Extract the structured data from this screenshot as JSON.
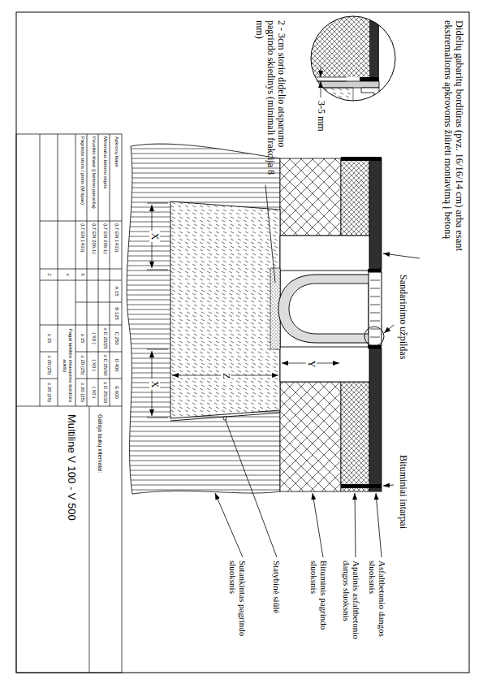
{
  "diagram": {
    "title": "Multiline V 100 - V 500",
    "labels": [
      "Didelių gabaritų bordiūras (pvz. 16/16/14 cm) arba esant ekstremalioms apkrovoms žiūrėti montavimą į betoną",
      "3-5 mm",
      "2 - 3cm storio didelio atsparumo pagrindo skiedinys (minimali frakcija 8 mm)",
      "Sandarinimo užpildas",
      "Bituminiai intarpai",
      "Asfaltbetonio dangos sluoksnis",
      "Apatinis asfaltbetonio dangos sluoksnis",
      "Bituminis pagrindo sluoksnis",
      "Statybinė siūlė",
      "Sutankintas pagrindo sluoksnis",
      "X",
      "X",
      "Y",
      "Z",
      "Apkrovų klasė",
      "(LT EN 1433)",
      "A 15",
      "B 125",
      "C 250",
      "D 400",
      "E 600",
      "Minimalus betono stipris",
      "(LT EN 206-1)",
      "≥ C 20/25",
      "≥ C 25/30",
      "≥ C 25/30",
      "Poveikio klasė (į betono paruošą)",
      "(LT EN 206-1)",
      "( X0 )",
      "( X0 )",
      "( X0 )",
      "Pagrindo storis / plotis (M tipas)",
      "(LT EN 1433)",
      "X",
      "≥ 15",
      "≥ 20 (25)",
      "≥ 20 (25)",
      "Y",
      "Pagal laikiklio inkaravimo bordiūro aukštį",
      "Z",
      "≥ 15",
      "≥ 20 (25)",
      "≥ 20 (25)",
      "Galioja laukų intervalai:"
    ]
  }
}
